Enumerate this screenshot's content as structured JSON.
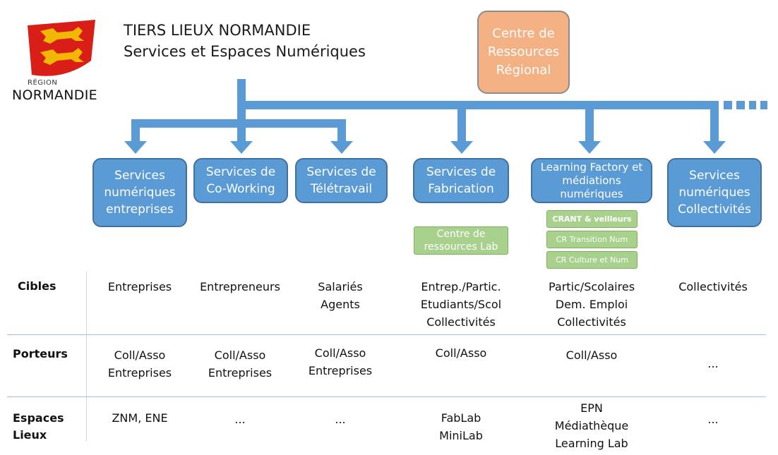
{
  "title": {
    "line1": "TIERS LIEUX NORMANDIE",
    "line2": "Services et Espaces Numériques"
  },
  "logo": {
    "region": "RÉGION",
    "name": "NORMANDIE",
    "colors": {
      "red": "#d91e18",
      "gold": "#f2b705"
    }
  },
  "hub": {
    "label": "Centre de\nRessources\nRégional",
    "color": "#f4b183"
  },
  "colors": {
    "service_box": "#5b9bd5",
    "connector": "#5b9bd5",
    "sub_box": "#a9d18e"
  },
  "services": [
    {
      "label": "Services numériques entreprises"
    },
    {
      "label": "Services de Co-Working"
    },
    {
      "label": "Services de Télétravail"
    },
    {
      "label": "Services de Fabrication",
      "sub": [
        "Centre de ressources Lab"
      ]
    },
    {
      "label": "Learning Factory et médiations numériques",
      "sub": [
        "CRANT & veilleurs",
        "CR Transition Num",
        "CR Culture et Num"
      ]
    },
    {
      "label": "Services numériques Collectivités"
    }
  ],
  "rows": [
    {
      "label": "Cibles",
      "cells": [
        "Entreprises",
        "Entrepreneurs",
        "Salariés\nAgents",
        "Entrep./Partic.\nEtudiants/Scol\nCollectivités",
        "Partic/Scolaires\nDem. Emploi\nCollectivités",
        "Collectivités"
      ]
    },
    {
      "label": "Porteurs",
      "cells": [
        "Coll/Asso\nEntreprises",
        "Coll/Asso\nEntreprises",
        "Coll/Asso\nEntreprises",
        "Coll/Asso",
        "Coll/Asso",
        "..."
      ]
    },
    {
      "label": "Espaces\nLieux",
      "cells": [
        "ZNM, ENE",
        "...",
        "...",
        "FabLab\nMiniLab",
        "EPN\nMédiathèque\nLearning Lab",
        "..."
      ]
    }
  ]
}
